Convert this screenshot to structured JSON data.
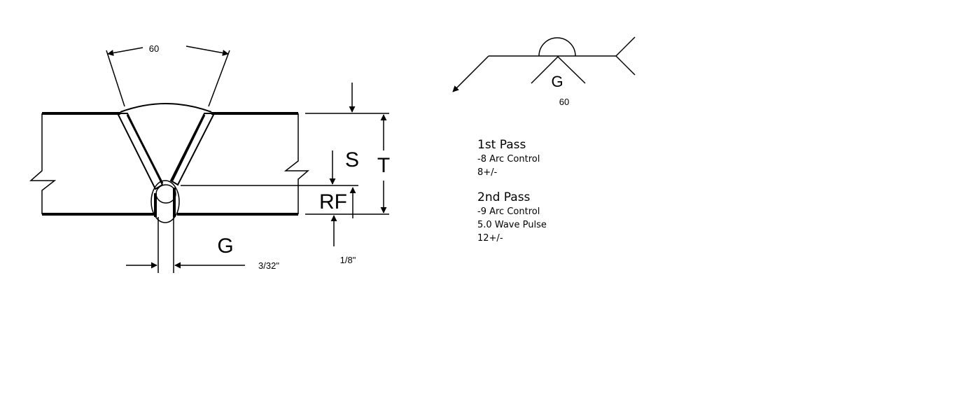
{
  "diagram": {
    "bevel_angle": "60",
    "label_s": "S",
    "label_t": "T",
    "label_rf": "RF",
    "label_g": "G",
    "gap_dim": "3/32\"",
    "root_face_dim": "1/8\""
  },
  "symbol": {
    "groove_label": "G",
    "angle": "60"
  },
  "passes": [
    {
      "title": "1st Pass",
      "lines": [
        "-8 Arc Control",
        "8+/-"
      ]
    },
    {
      "title": "2nd Pass",
      "lines": [
        "-9 Arc Control",
        "5.0 Wave Pulse",
        "12+/-"
      ]
    }
  ]
}
